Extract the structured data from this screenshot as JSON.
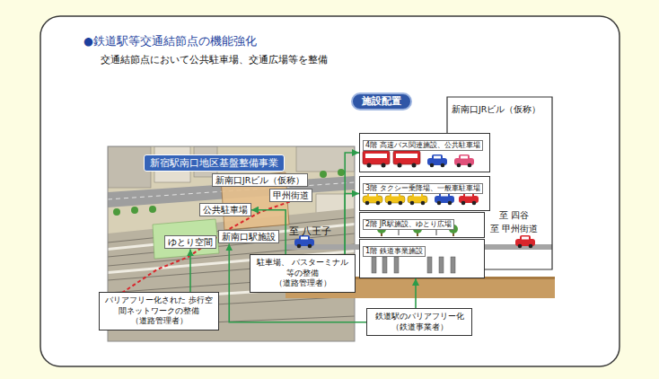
{
  "diagram": {
    "title": "●鉄道駅等交通結節点の機能強化",
    "nodes": [
      {
        "text": [
          "新宿駅南口地区基盤整備事業"
        ]
      },
      {
        "text": [
          "新南口JRビル（仮称）"
        ],
        "in": 0
      },
      {
        "text": [
          "甲州街道"
        ],
        "in": 0
      },
      {
        "text": [
          "公共駐車場"
        ],
        "in": 0
      },
      {
        "text": [
          "新南口駅施設"
        ],
        "in": 0
      },
      {
        "text": [
          "ゆとり空間"
        ],
        "in": 0
      },
      {
        "text": [
          "駐車場、 バスターミナル等の整備",
          "（道路管理者）"
        ]
      },
      {
        "text": [
          "バリアフリー化された 歩行空間ネットワークの整備",
          "（道路管理者）"
        ]
      },
      {
        "text": [
          "施設配置"
        ]
      },
      {
        "text": [
          "新南口JRビル（仮称）"
        ]
      },
      {
        "text": [
          "4階 高速バス関連施設、公共駐車場"
        ]
      },
      {
        "text": [
          "3階 タクシー乗降場、一般車駐車場"
        ]
      },
      {
        "text": [
          "2階 JR駅施設、ゆとり広場"
        ]
      },
      {
        "text": [
          "1階 鉄道事業施設"
        ]
      },
      {
        "text": [
          "鉄道駅のバリアフリー化",
          "（鉄道事業者）"
        ]
      }
    ],
    "edges": [
      {
        "from": 6,
        "to": 10,
        "arrow": "to"
      },
      {
        "from": 6,
        "to": 11,
        "arrow": "to"
      },
      {
        "from": 6,
        "to": 3,
        "arrow": "to"
      },
      {
        "from": 7,
        "to": 5,
        "arrow": "to"
      },
      {
        "from": 14,
        "to": 13,
        "arrow": "to"
      },
      {
        "from": 14,
        "to": 4,
        "arrow": "to"
      }
    ],
    "labels": [
      "交通結節点において公共駐車場、交通広場等を整備",
      "至 八王子",
      "至 四谷",
      "至 甲州街道"
    ]
  }
}
